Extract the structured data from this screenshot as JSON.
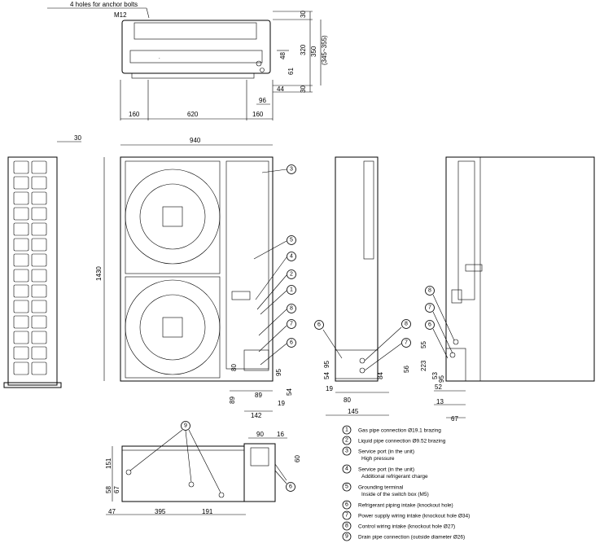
{
  "top_view": {
    "anchor_note": "4 holes for anchor bolts",
    "anchor_size": "M12",
    "dims": {
      "left": "160",
      "middle": "620",
      "right": "160",
      "top_gap": "30",
      "depth": "320",
      "depth_range": "350",
      "depth_range2": "(345~355)",
      "bottom_gap": "30",
      "d48": "48",
      "d61": "61",
      "d44": "44",
      "d96": "96"
    }
  },
  "front_view": {
    "width": "940",
    "height": "1430",
    "dims": {
      "d80": "80",
      "d89": "89",
      "d54": "54",
      "d19": "19",
      "d142": "142",
      "d95": "95",
      "d89b": "89"
    }
  },
  "left_view": {
    "dims": {
      "d30": "30"
    }
  },
  "side_view": {
    "dims": {
      "d54": "54",
      "d95": "95",
      "d19": "19",
      "d80": "80",
      "d84": "84",
      "d145": "145",
      "d56": "56"
    }
  },
  "rear_view": {
    "dims": {
      "d55": "55",
      "d223": "223",
      "d53": "53",
      "d95": "95",
      "d52": "52",
      "d13": "13",
      "d67": "67"
    }
  },
  "bottom_view": {
    "dims": {
      "d47": "47",
      "d395": "395",
      "d191": "191",
      "d151": "151",
      "d58": "58",
      "d67": "67",
      "d90": "90",
      "d16": "16",
      "d60": "60"
    }
  },
  "callouts": [
    "1",
    "2",
    "3",
    "4",
    "5",
    "6",
    "7",
    "8",
    "9"
  ],
  "legend": [
    {
      "num": "1",
      "text": "Gas pipe connection Ø19.1 brazing",
      "sub": ""
    },
    {
      "num": "2",
      "text": "Liquid pipe connection Ø9.52 brazing",
      "sub": ""
    },
    {
      "num": "3",
      "text": "Service port (in the unit)",
      "sub": "High pressure"
    },
    {
      "num": "4",
      "text": "Service port (in the unit)",
      "sub": "Additional refrigerant charge"
    },
    {
      "num": "5",
      "text": "Grounding terminal",
      "sub": "Inside of the switch box (M5)"
    },
    {
      "num": "6",
      "text": "Refrigerant piping intake (knockout hole)",
      "sub": ""
    },
    {
      "num": "7",
      "text": "Power supply wiring intake (knockout hole Ø34)",
      "sub": ""
    },
    {
      "num": "8",
      "text": "Control wiring intake (knockout hole Ø27)",
      "sub": ""
    },
    {
      "num": "9",
      "text": "Drain pipe connection (outside diameter Ø26)",
      "sub": ""
    }
  ]
}
